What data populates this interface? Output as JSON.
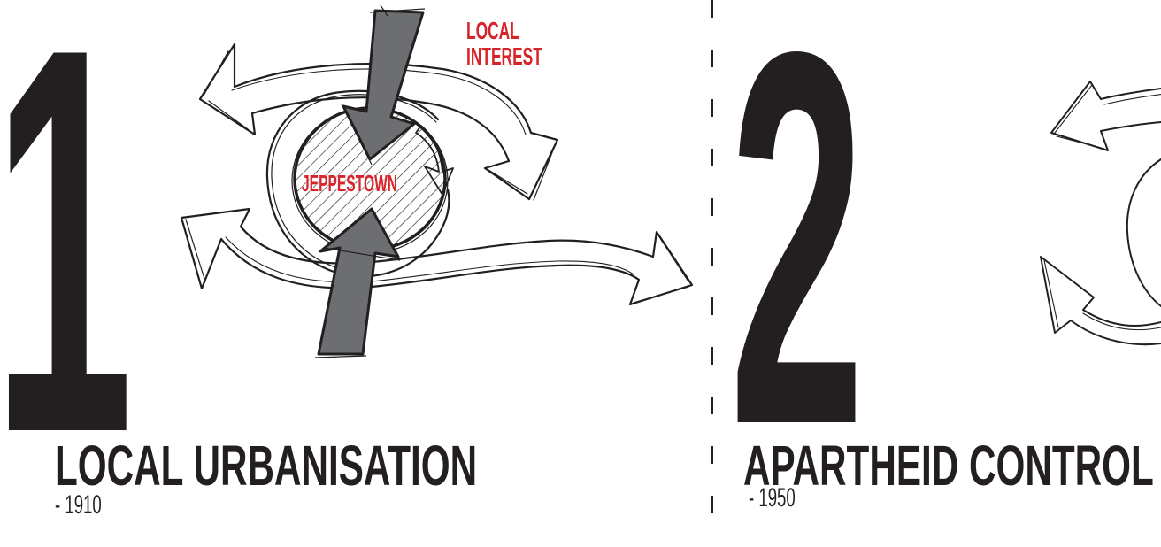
{
  "panels": [
    {
      "number": "1",
      "title": "LOCAL URBANISATION",
      "year": "- 1910",
      "labels": {
        "local_interest": [
          "LOCAL",
          "INTEREST"
        ],
        "center": "JEPPESTOWN"
      }
    },
    {
      "number": "2",
      "title": "APARTHEID CONTROL",
      "year": "- 1950"
    }
  ],
  "colors": {
    "ink": "#231f20",
    "accent_red": "#d7232a",
    "arrow_fill": "#6d6e71",
    "background": "#ffffff"
  }
}
